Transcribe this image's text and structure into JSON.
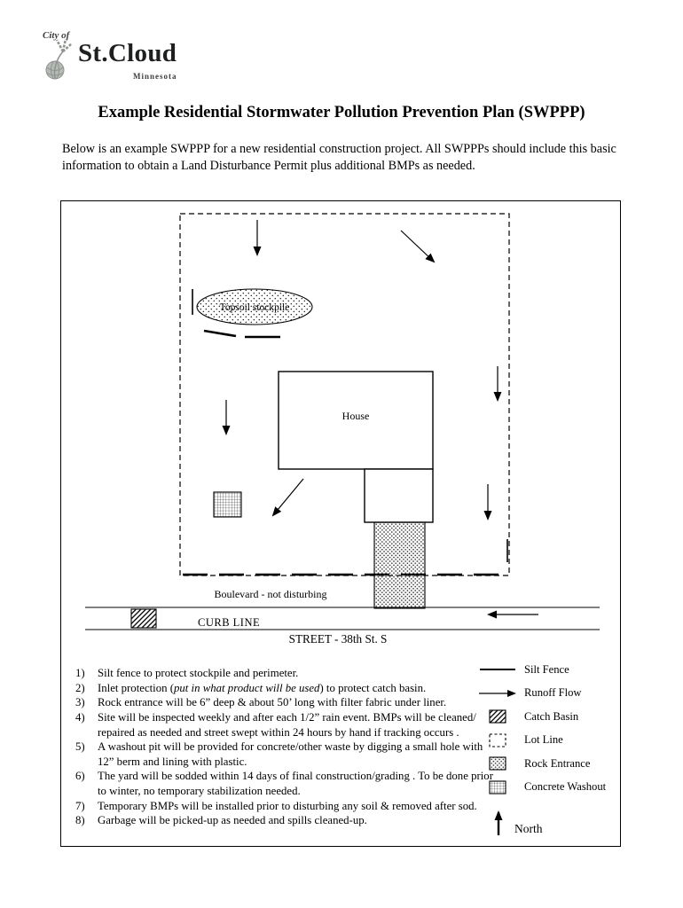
{
  "logo": {
    "city_of": "City of",
    "name": "St.Cloud",
    "state": "Minnesota"
  },
  "title": "Example Residential Stormwater Pollution Prevention Plan (SWPPP)",
  "intro": "Below is an example SWPPP for a new residential construction project.  All SWPPPs should include this basic information to obtain a Land Disturbance Permit plus additional BMPs as needed.",
  "site_plan": {
    "topsoil_label": "Topsoil stockpile",
    "house_label": "House",
    "boulevard_label": "Boulevard - not disturbing",
    "curb_label": "CURB LINE",
    "street_label": "STREET - 38th St. S"
  },
  "notes": [
    {
      "num": "1)",
      "text": "Silt fence to protect stockpile and perimeter."
    },
    {
      "num": "2)",
      "pre": "Inlet protection (",
      "italic": "put in what product will be used",
      "post": ") to protect catch basin."
    },
    {
      "num": "3)",
      "text": "Rock entrance will be 6” deep & about 50’ long with filter fabric under liner."
    },
    {
      "num": "4)",
      "text": "Site will be inspected weekly and after each 1/2” rain event.  BMPs will be cleaned/ repaired as needed and street swept within 24 hours by hand if tracking occurs ."
    },
    {
      "num": "5)",
      "text": "A washout pit will be provided for concrete/other waste by digging a small hole with 12” berm and lining with plastic."
    },
    {
      "num": "6)",
      "text": "The yard will be sodded within 14 days of final construction/grading .  To be done prior to winter, no temporary stabilization needed."
    },
    {
      "num": "7)",
      "text": "Temporary BMPs will be installed prior to disturbing any soil & removed after sod."
    },
    {
      "num": "8)",
      "text": "Garbage will be picked-up as needed and spills cleaned-up."
    }
  ],
  "legend": {
    "items": [
      {
        "label": "Silt Fence",
        "symbol": "silt-fence-line"
      },
      {
        "label": "Runoff Flow",
        "symbol": "runoff-arrow"
      },
      {
        "label": "Catch Basin",
        "symbol": "hatch-square"
      },
      {
        "label": "Lot Line",
        "symbol": "dashed-square"
      },
      {
        "label": "Rock Entrance",
        "symbol": "stipple-square"
      },
      {
        "label": "Concrete Washout",
        "symbol": "grid-square"
      }
    ],
    "north_label": "North"
  }
}
